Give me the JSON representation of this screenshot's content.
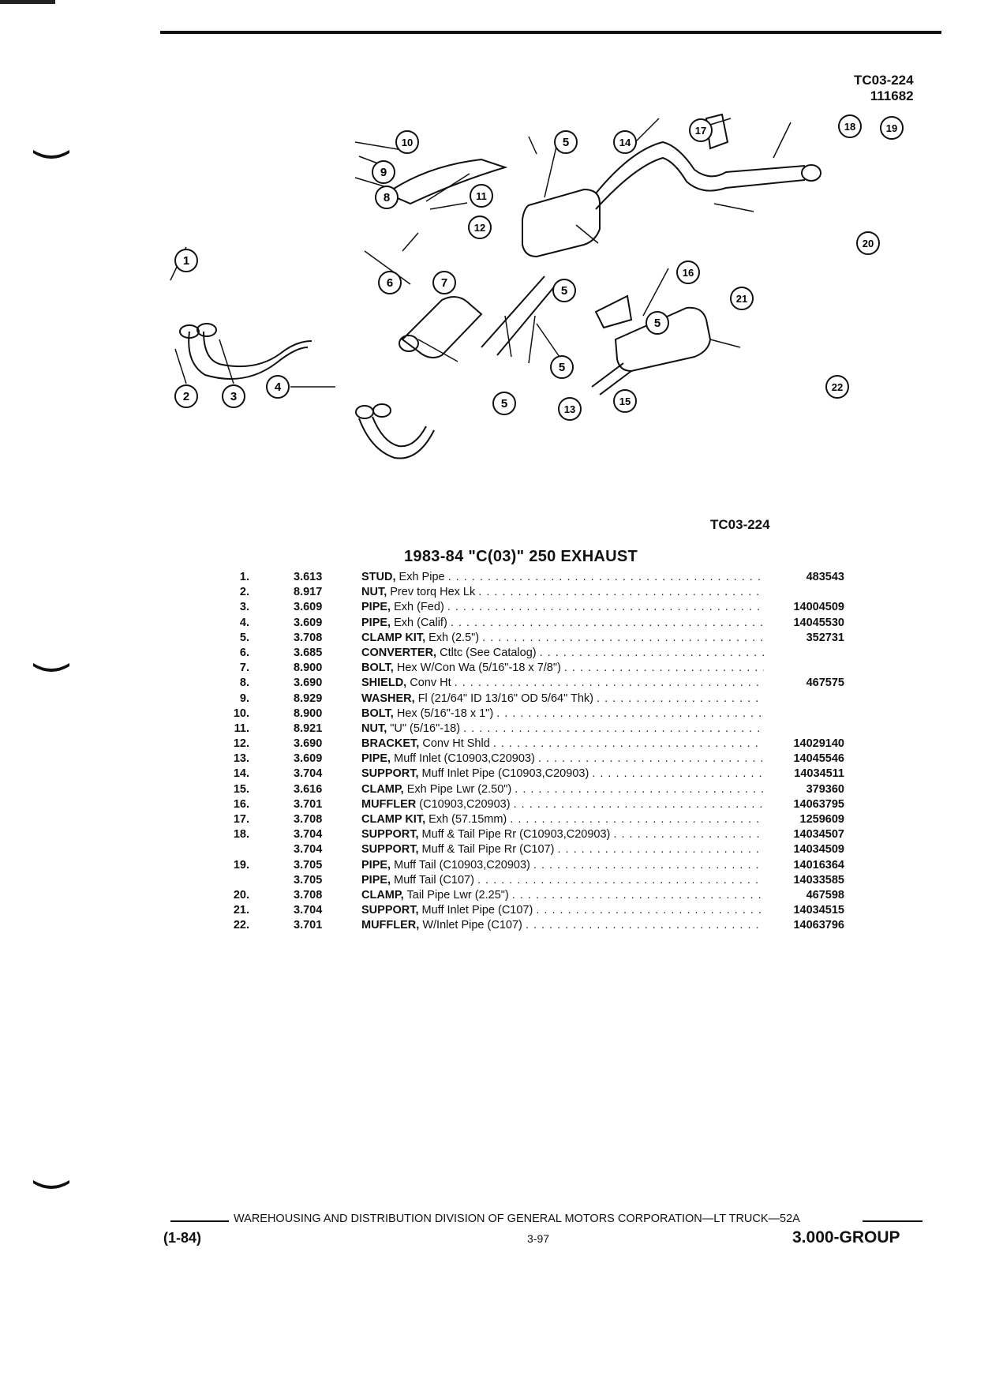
{
  "header": {
    "ref_code": "TC03-224",
    "ref_number": "111682"
  },
  "diagram": {
    "callouts": [
      "1",
      "2",
      "3",
      "4",
      "5",
      "6",
      "7",
      "8",
      "9",
      "10",
      "11",
      "12",
      "13",
      "14",
      "15",
      "16",
      "17",
      "18",
      "19",
      "20",
      "21",
      "22"
    ],
    "caption": "TC03-224"
  },
  "title": "1983-84 \"C(03)\" 250 EXHAUST",
  "parts": [
    {
      "no": "1.",
      "group": "3.613",
      "name": "STUD,",
      "desc": "Exh Pipe",
      "part": "483543"
    },
    {
      "no": "2.",
      "group": "8.917",
      "name": "NUT,",
      "desc": "Prev torq Hex Lk",
      "part": ""
    },
    {
      "no": "3.",
      "group": "3.609",
      "name": "PIPE,",
      "desc": "Exh (Fed)",
      "part": "14004509"
    },
    {
      "no": "4.",
      "group": "3.609",
      "name": "PIPE,",
      "desc": "Exh (Calif)",
      "part": "14045530"
    },
    {
      "no": "5.",
      "group": "3.708",
      "name": "CLAMP KIT,",
      "desc": "Exh (2.5\")",
      "part": "352731"
    },
    {
      "no": "6.",
      "group": "3.685",
      "name": "CONVERTER,",
      "desc": "Ctltc (See Catalog)",
      "part": ""
    },
    {
      "no": "7.",
      "group": "8.900",
      "name": "BOLT,",
      "desc": "Hex W/Con Wa (5/16\"-18 x 7/8\")",
      "part": ""
    },
    {
      "no": "8.",
      "group": "3.690",
      "name": "SHIELD,",
      "desc": "Conv Ht",
      "part": "467575"
    },
    {
      "no": "9.",
      "group": "8.929",
      "name": "WASHER,",
      "desc": "Fl (21/64\" ID 13/16\" OD 5/64\" Thk)",
      "part": ""
    },
    {
      "no": "10.",
      "group": "8.900",
      "name": "BOLT,",
      "desc": "Hex (5/16\"-18 x 1\")",
      "part": ""
    },
    {
      "no": "11.",
      "group": "8.921",
      "name": "NUT,",
      "desc": "\"U\" (5/16\"-18)",
      "part": ""
    },
    {
      "no": "12.",
      "group": "3.690",
      "name": "BRACKET,",
      "desc": "Conv Ht Shld",
      "part": "14029140"
    },
    {
      "no": "13.",
      "group": "3.609",
      "name": "PIPE,",
      "desc": "Muff Inlet (C10903,C20903)",
      "part": "14045546"
    },
    {
      "no": "14.",
      "group": "3.704",
      "name": "SUPPORT,",
      "desc": "Muff Inlet Pipe (C10903,C20903)",
      "part": "14034511"
    },
    {
      "no": "15.",
      "group": "3.616",
      "name": "CLAMP,",
      "desc": "Exh Pipe Lwr (2.50\")",
      "part": "379360"
    },
    {
      "no": "16.",
      "group": "3.701",
      "name": "MUFFLER",
      "desc": "(C10903,C20903)",
      "part": "14063795"
    },
    {
      "no": "17.",
      "group": "3.708",
      "name": "CLAMP KIT,",
      "desc": "Exh (57.15mm)",
      "part": "1259609"
    },
    {
      "no": "18.",
      "group": "3.704",
      "name": "SUPPORT,",
      "desc": "Muff & Tail Pipe Rr (C10903,C20903)",
      "part": "14034507"
    },
    {
      "no": "",
      "group": "3.704",
      "name": "SUPPORT,",
      "desc": "Muff & Tail Pipe Rr (C107)",
      "part": "14034509"
    },
    {
      "no": "19.",
      "group": "3.705",
      "name": "PIPE,",
      "desc": "Muff Tail (C10903,C20903)",
      "part": "14016364"
    },
    {
      "no": "",
      "group": "3.705",
      "name": "PIPE,",
      "desc": "Muff Tail (C107)",
      "part": "14033585"
    },
    {
      "no": "20.",
      "group": "3.708",
      "name": "CLAMP,",
      "desc": "Tail Pipe Lwr (2.25\")",
      "part": "467598"
    },
    {
      "no": "21.",
      "group": "3.704",
      "name": "SUPPORT,",
      "desc": "Muff Inlet Pipe (C107)",
      "part": "14034515"
    },
    {
      "no": "22.",
      "group": "3.701",
      "name": "MUFFLER,",
      "desc": "W/Inlet Pipe (C107)",
      "part": "14063796"
    }
  ],
  "footer": {
    "division": "WAREHOUSING AND DISTRIBUTION DIVISION OF GENERAL MOTORS CORPORATION—LT TRUCK—52A",
    "date": "(1-84)",
    "page": "3-97",
    "group": "3.000-GROUP"
  }
}
